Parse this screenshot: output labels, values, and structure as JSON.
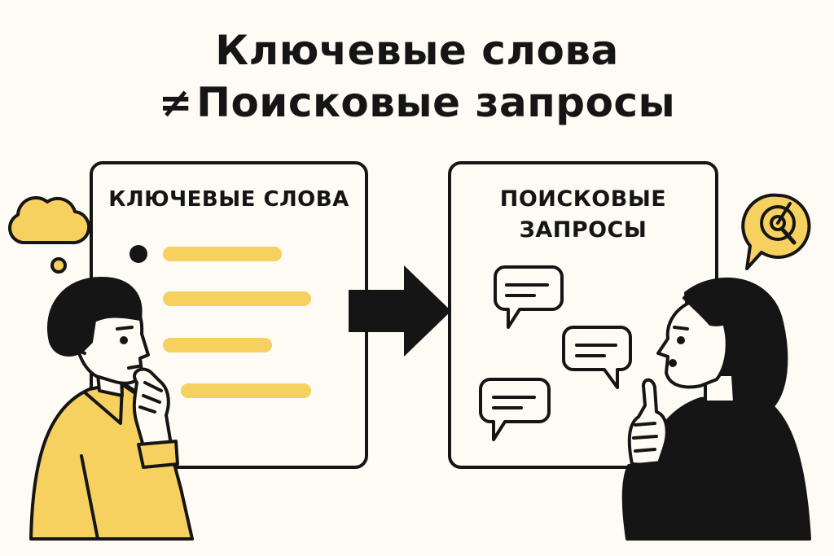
{
  "title": {
    "line1": "Ключевые слова",
    "not_equal_symbol": "≠",
    "line2": "Поисковые запросы"
  },
  "left_panel": {
    "heading": "КЛЮЧЕВЫЕ СЛОВА",
    "list_items": 4
  },
  "right_panel": {
    "heading_line1": "ПОИСКОВЫЕ",
    "heading_line2": "ЗАПРОСЫ",
    "chat_bubbles": 3
  },
  "icons": {
    "thought": "thought-cloud-icon",
    "arrow": "right-arrow-icon",
    "target": "target-search-icon",
    "chat": "chat-bubble-icon"
  },
  "colors": {
    "background": "#fdfbf3",
    "accent_yellow": "#f6d160",
    "ink": "#151515"
  }
}
